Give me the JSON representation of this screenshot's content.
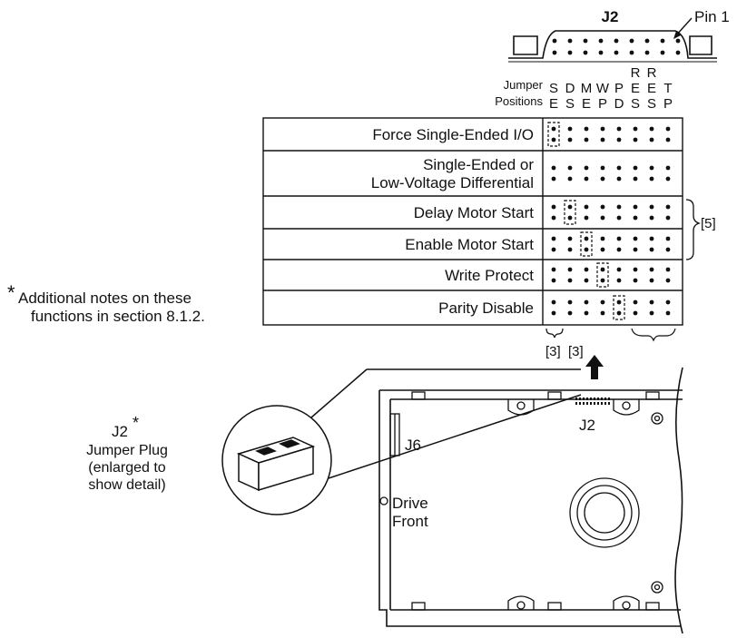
{
  "connector": {
    "name": "J2",
    "pin1_label": "Pin 1"
  },
  "header": {
    "jumper_positions": [
      "Jumper",
      "Positions"
    ],
    "columns": [
      {
        "id": "se",
        "lines": [
          "S",
          "E"
        ]
      },
      {
        "id": "ds",
        "lines": [
          "D",
          "S"
        ]
      },
      {
        "id": "me",
        "lines": [
          "M",
          "E"
        ]
      },
      {
        "id": "wp",
        "lines": [
          "W",
          "P"
        ]
      },
      {
        "id": "pd",
        "lines": [
          "P",
          "D"
        ]
      },
      {
        "id": "res",
        "lines": [
          "R",
          "E",
          "S"
        ]
      },
      {
        "id": "rsp",
        "lines": [
          "R",
          "E",
          "S"
        ]
      },
      {
        "id": "tp",
        "lines": [
          "T",
          "P"
        ]
      }
    ]
  },
  "table": {
    "rows": [
      {
        "lines": [
          "Force Single-Ended I/O"
        ],
        "jumper_col": 1
      },
      {
        "lines": [
          "Single-Ended or",
          "Low-Voltage Differential"
        ],
        "jumper_col": 0
      },
      {
        "lines": [
          "Delay Motor Start"
        ],
        "jumper_col": 2
      },
      {
        "lines": [
          "Enable Motor Start"
        ],
        "jumper_col": 3
      },
      {
        "lines": [
          "Write Protect"
        ],
        "jumper_col": 4
      },
      {
        "lines": [
          "Parity Disable"
        ],
        "jumper_col": 5
      }
    ],
    "bracket_note": "[5]",
    "below_notes": [
      "[3]",
      "[3]"
    ]
  },
  "footnote": {
    "asterisk": "*",
    "lines": [
      "Additional notes on these",
      "functions in section 8.1.2."
    ]
  },
  "plug": {
    "title": "J2",
    "asterisk": "*",
    "lines": [
      "Jumper Plug",
      "(enlarged to",
      "show detail)"
    ]
  },
  "drive": {
    "j2_label": "J2",
    "j6_label": "J6",
    "front_lines": [
      "Drive",
      "Front"
    ]
  }
}
